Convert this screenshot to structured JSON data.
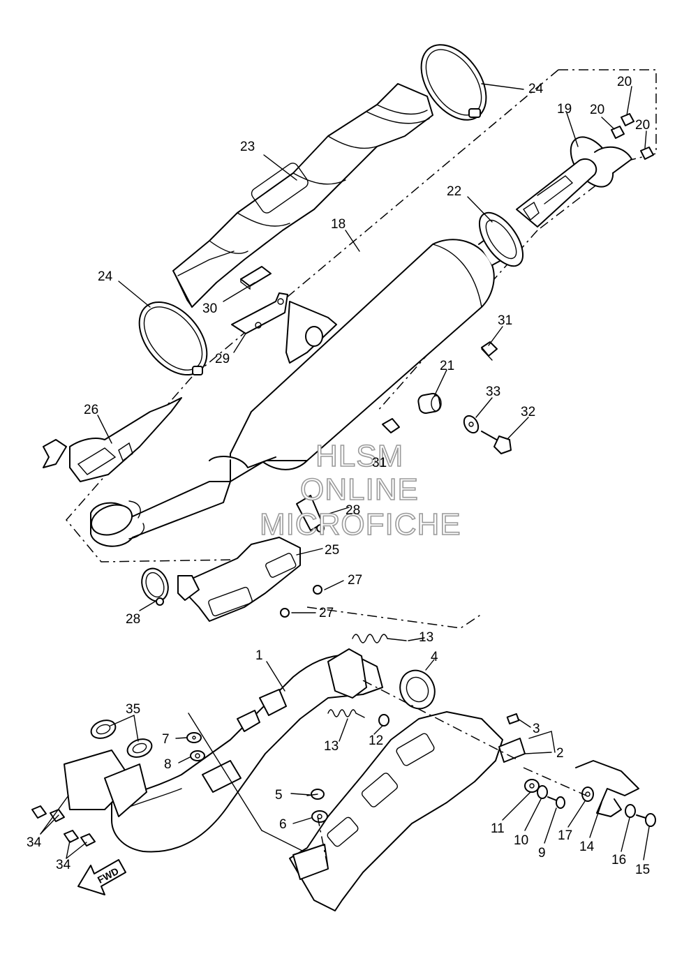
{
  "watermark": {
    "line1": "HLSM",
    "line2": "ONLINE",
    "line3": "MICROFICHE"
  },
  "direction_label": "FWD",
  "callouts": [
    {
      "id": "c24a",
      "text": "24"
    },
    {
      "id": "c23",
      "text": "23"
    },
    {
      "id": "c20a",
      "text": "20"
    },
    {
      "id": "c19",
      "text": "19"
    },
    {
      "id": "c20b",
      "text": "20"
    },
    {
      "id": "c20c",
      "text": "20"
    },
    {
      "id": "c22",
      "text": "22"
    },
    {
      "id": "c18",
      "text": "18"
    },
    {
      "id": "c24b",
      "text": "24"
    },
    {
      "id": "c30",
      "text": "30"
    },
    {
      "id": "c29",
      "text": "29"
    },
    {
      "id": "c31a",
      "text": "31"
    },
    {
      "id": "c21",
      "text": "21"
    },
    {
      "id": "c33",
      "text": "33"
    },
    {
      "id": "c32",
      "text": "32"
    },
    {
      "id": "c26",
      "text": "26"
    },
    {
      "id": "c31b",
      "text": "31"
    },
    {
      "id": "c28a",
      "text": "28"
    },
    {
      "id": "c25",
      "text": "25"
    },
    {
      "id": "c27a",
      "text": "27"
    },
    {
      "id": "c27b",
      "text": "27"
    },
    {
      "id": "c28b",
      "text": "28"
    },
    {
      "id": "c13a",
      "text": "13"
    },
    {
      "id": "c1",
      "text": "1"
    },
    {
      "id": "c4",
      "text": "4"
    },
    {
      "id": "c35",
      "text": "35"
    },
    {
      "id": "c3",
      "text": "3"
    },
    {
      "id": "c2",
      "text": "2"
    },
    {
      "id": "c7",
      "text": "7"
    },
    {
      "id": "c12",
      "text": "12"
    },
    {
      "id": "c13b",
      "text": "13"
    },
    {
      "id": "c8",
      "text": "8"
    },
    {
      "id": "c5",
      "text": "5"
    },
    {
      "id": "c6",
      "text": "6"
    },
    {
      "id": "c11",
      "text": "11"
    },
    {
      "id": "c10",
      "text": "10"
    },
    {
      "id": "c9",
      "text": "9"
    },
    {
      "id": "c17",
      "text": "17"
    },
    {
      "id": "c14",
      "text": "14"
    },
    {
      "id": "c16",
      "text": "16"
    },
    {
      "id": "c15",
      "text": "15"
    },
    {
      "id": "c34a",
      "text": "34"
    },
    {
      "id": "c34b",
      "text": "34"
    }
  ]
}
